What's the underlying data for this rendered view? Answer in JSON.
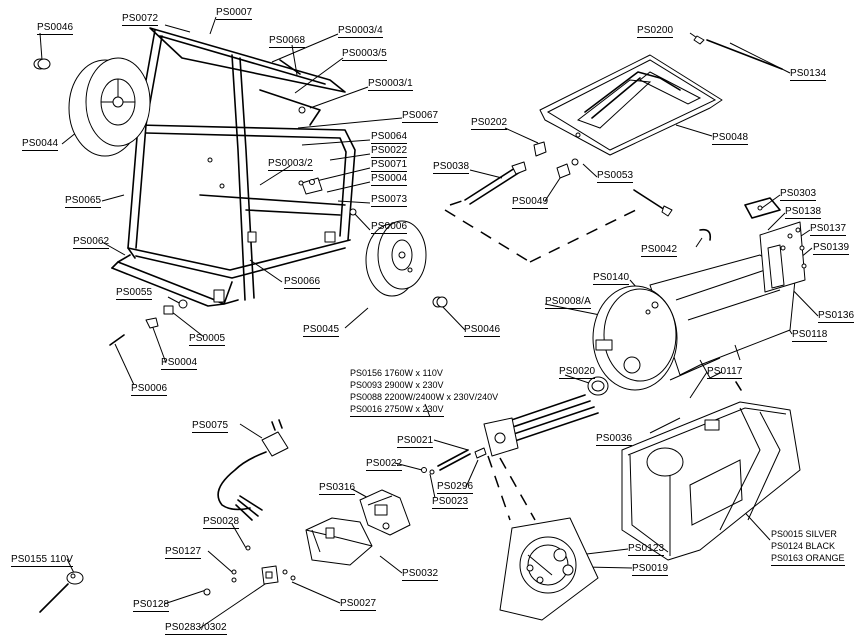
{
  "labels": {
    "ps0046_a": "PS0046",
    "ps0072": "PS0072",
    "ps0007": "PS0007",
    "ps0003_4": "PS0003/4",
    "ps0068": "PS0068",
    "ps0003_5": "PS0003/5",
    "ps0003_1": "PS0003/1",
    "ps0067": "PS0067",
    "ps0064": "PS0064",
    "ps0022_a": "PS0022",
    "ps0003_2": "PS0003/2",
    "ps0071": "PS0071",
    "ps0004_a": "PS0004",
    "ps0073": "PS0073",
    "ps0006_a": "PS0006",
    "ps0044": "PS0044",
    "ps0065": "PS0065",
    "ps0062": "PS0062",
    "ps0066": "PS0066",
    "ps0055": "PS0055",
    "ps0005": "PS0005",
    "ps0004_b": "PS0004",
    "ps0006_b": "PS0006",
    "ps0045": "PS0045",
    "ps0046_b": "PS0046",
    "ps0200": "PS0200",
    "ps0134": "PS0134",
    "ps0048": "PS0048",
    "ps0202": "PS0202",
    "ps0038": "PS0038",
    "ps0049": "PS0049",
    "ps0053": "PS0053",
    "ps0303": "PS0303",
    "ps0138": "PS0138",
    "ps0137": "PS0137",
    "ps0139": "PS0139",
    "ps0042": "PS0042",
    "ps0140": "PS0140",
    "ps0008a": "PS0008/A",
    "ps0136": "PS0136",
    "ps0118": "PS0118",
    "ps0020": "PS0020",
    "ps0117": "PS0117",
    "ps0036": "PS0036",
    "ps0075": "PS0075",
    "ps0021": "PS0021",
    "ps0022_b": "PS0022",
    "ps0296": "PS0296",
    "ps0023": "PS0023",
    "ps0316": "PS0316",
    "ps0032": "PS0032",
    "ps0028": "PS0028",
    "ps0127": "PS0127",
    "ps0155": "PS0155 110V",
    "ps0128": "PS0128",
    "ps0283": "PS0283/0302",
    "ps0027": "PS0027",
    "ps0123": "PS0123",
    "ps0019": "PS0019"
  },
  "heater_variants": [
    "PS0156 1760W x 110V",
    "PS0093 2900W x 230V",
    "PS0088 2200W/2400W x 230V/240V",
    "PS0016 2750W x 230V"
  ],
  "cover_variants": [
    "PS0015 SILVER",
    "PS0124 BLACK",
    "PS0163 ORANGE"
  ]
}
